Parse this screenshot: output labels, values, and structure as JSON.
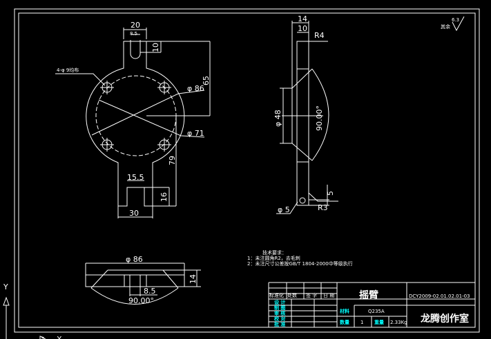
{
  "colors": {
    "background": "#000000",
    "line": "#ffffff",
    "label": "#00ffff"
  },
  "roughness": {
    "prefix": "其余",
    "value": "6.3"
  },
  "top_view": {
    "holes": "4-φ 9均布",
    "d86": "φ 86",
    "d71": "φ 71",
    "w20": "20",
    "w85": "8.5",
    "h10": "10",
    "h65": "65",
    "h79": "79",
    "w155": "15.5",
    "h16": "16",
    "w30": "30"
  },
  "side_view": {
    "w14": "14",
    "w10": "10",
    "r4": "R4",
    "d48": "φ 48",
    "angle": "90.00°",
    "h5": "5",
    "d5": "φ 5",
    "r3": "R3"
  },
  "bottom_view": {
    "d86": "φ 86",
    "h14": "14",
    "w85": "8.5",
    "angle": "90.00°"
  },
  "notes": {
    "title": "技术要求：",
    "line1": "1：未注圆角R2，去毛刺",
    "line2": "2：未注尺寸公差按GB/T 1804-2000中等级执行"
  },
  "title_block": {
    "part_name": "摇臂",
    "drawing_no": "DCY2009-02.01.02.01-03",
    "header": [
      "标准化",
      "处数",
      "签 字",
      "日 期"
    ],
    "roles": [
      "设 计",
      "制 图",
      "审 核",
      "校 对",
      "批 准"
    ],
    "material_label": "材料",
    "material": "Q235A",
    "qty_label": "数量",
    "qty": "1",
    "weight_label": "重量",
    "weight": "2.33Kg",
    "studio": "龙腾创作室"
  },
  "ucs": {
    "y": "Y",
    "x": "X"
  }
}
